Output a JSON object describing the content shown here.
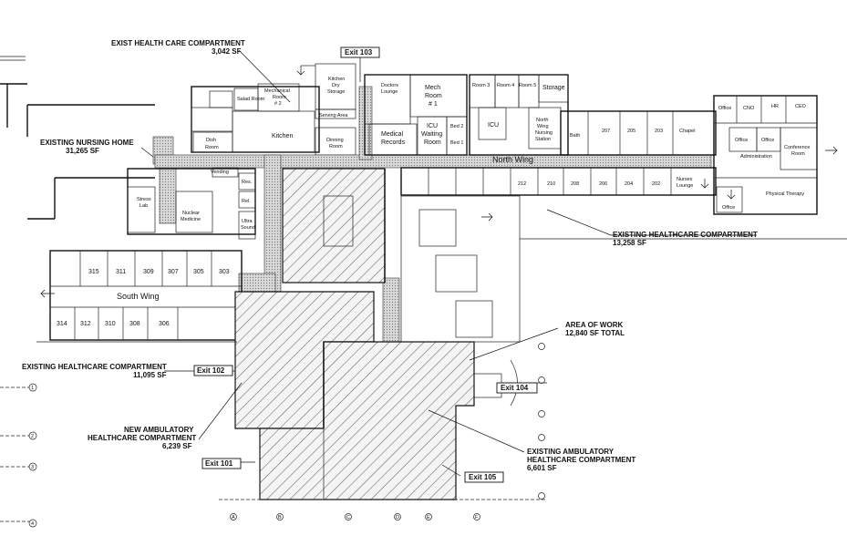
{
  "labels": {
    "exist_hc": "EXIST HEALTH CARE COMPARTMENT",
    "exist_hc_sf": "3,042 SF",
    "nursing_home": "EXISTING NURSING HOME",
    "nursing_home_sf": "31,265 SF",
    "north_hc": "EXISTING HEALTHCARE COMPARTMENT",
    "north_hc_sf": "13,258 SF",
    "area_of_work": "AREA OF WORK",
    "area_of_work_sf": "12,840 SF TOTAL",
    "south_hc": "EXISTING HEALTHCARE COMPARTMENT",
    "south_hc_sf": "11,095 SF",
    "new_amb_1": "NEW AMBULATORY",
    "new_amb_2": "HEALTHCARE COMPARTMENT",
    "new_amb_sf": "6,239 SF",
    "exist_amb_1": "EXISTING AMBULATORY",
    "exist_amb_2": "HEALTHCARE COMPARTMENT",
    "exist_amb_sf": "6,601 SF"
  },
  "exits": {
    "e103": "Exit 103",
    "e102": "Exit 102",
    "e104": "Exit 104",
    "e101": "Exit 101",
    "e105": "Exit 105"
  },
  "wings": {
    "north": "North Wing",
    "south": "South Wing"
  },
  "rooms": {
    "salad": "Salad Room",
    "mech2_a": "Mechanical",
    "mech2_b": "Room",
    "mech2_c": "# 2",
    "kitchen": "Kitchen",
    "dish_a": "Dish",
    "dish_b": "Room",
    "kdry_a": "Kitchen",
    "kdry_b": "Dry",
    "kdry_c": "Storage",
    "serving": "Serving Area",
    "dinning_a": "Dinning",
    "dinning_b": "Room",
    "doctors_a": "Doctors",
    "doctors_b": "Lounge",
    "mech1_a": "Mech",
    "mech1_b": "Room",
    "mech1_c": "# 1",
    "medrec_a": "Medical",
    "medrec_b": "Records",
    "icuwait_a": "ICU",
    "icuwait_b": "Waiting",
    "icuwait_c": "Room",
    "bed2": "Bed 2",
    "bed1": "Bed 1",
    "icu": "ICU",
    "room3": "Room 3",
    "room4": "Room 4",
    "room5": "Room 5",
    "storage": "Storage",
    "nws_a": "North",
    "nws_b": "Wing",
    "nws_c": "Nursing",
    "nws_d": "Station",
    "bath": "Bath",
    "r207": "207",
    "r205": "205",
    "r203": "203",
    "chapel": "Chapel",
    "r212": "212",
    "r210": "210",
    "r208": "208",
    "r206": "206",
    "r204": "204",
    "r202": "202",
    "nurses_a": "Nurses",
    "nurses_b": "Lounge",
    "office1": "Office",
    "cno": "CNO",
    "hr": "HR",
    "ceo": "CEO",
    "office2": "Office",
    "office3": "Office",
    "conf_a": "Conference",
    "conf_b": "Room",
    "admin": "Administration",
    "pt": "Physical Therapy",
    "office4": "Office",
    "vending": "Vending",
    "res": "Res.",
    "rel": "Rel.",
    "ultra_a": "Ultra",
    "ultra_b": "Sound",
    "stress_a": "Stress",
    "stress_b": "Lab",
    "nuclear_a": "Nuclear",
    "nuclear_b": "Medicine",
    "r315": "315",
    "r311": "311",
    "r309": "309",
    "r307": "307",
    "r305": "305",
    "r303": "303",
    "r314": "314",
    "r312": "312",
    "r310": "310",
    "r308": "308",
    "r306": "306"
  },
  "grid": {
    "g1": "1",
    "g2": "2",
    "g3": "3",
    "g4": "4",
    "gA": "A",
    "gB": "B",
    "gC": "C",
    "gD": "D",
    "gE": "E",
    "gF": "F"
  }
}
